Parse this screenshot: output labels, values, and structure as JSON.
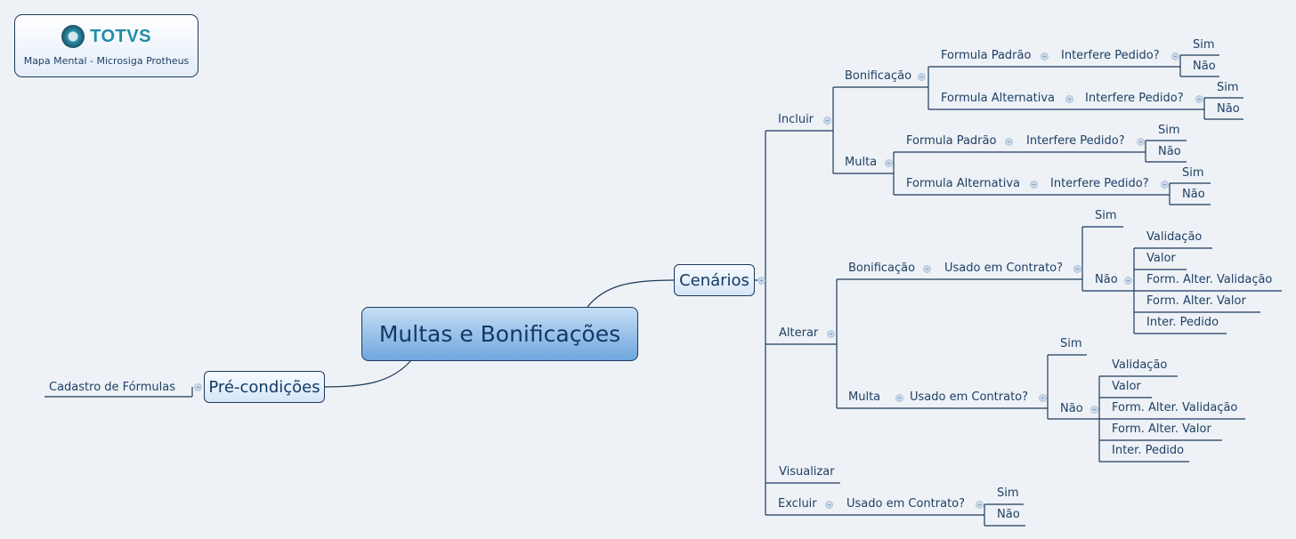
{
  "logo": {
    "brand": "TOTVS",
    "subtitle": "Mapa Mental - Microsiga Protheus"
  },
  "central": "Multas e Bonificações",
  "precondicoes": {
    "label": "Pré-condições",
    "children": [
      "Cadastro de Fórmulas"
    ]
  },
  "cenarios": {
    "label": "Cenários",
    "incluir": {
      "label": "Incluir",
      "bonificacao": {
        "label": "Bonificação",
        "padrao": {
          "label": "Formula Padrão",
          "q": "Interfere Pedido?",
          "sim": "Sim",
          "nao": "Não"
        },
        "alternativa": {
          "label": "Formula Alternativa",
          "q": "Interfere Pedido?",
          "sim": "Sim",
          "nao": "Não"
        }
      },
      "multa": {
        "label": "Multa",
        "padrao": {
          "label": "Formula Padrão",
          "q": "Interfere Pedido?",
          "sim": "Sim",
          "nao": "Não"
        },
        "alternativa": {
          "label": "Formula Alternativa",
          "q": "Interfere Pedido?",
          "sim": "Sim",
          "nao": "Não"
        }
      }
    },
    "alterar": {
      "label": "Alterar",
      "bonificacao": {
        "label": "Bonificação",
        "q": "Usado em Contrato?",
        "sim": "Sim",
        "nao": "Não",
        "items": [
          "Validação",
          "Valor",
          "Form. Alter. Validação",
          "Form. Alter. Valor",
          "Inter. Pedido"
        ]
      },
      "multa": {
        "label": "Multa",
        "q": "Usado em Contrato?",
        "sim": "Sim",
        "nao": "Não",
        "items": [
          "Validação",
          "Valor",
          "Form. Alter. Validação",
          "Form. Alter. Valor",
          "Inter. Pedido"
        ]
      }
    },
    "visualizar": {
      "label": "Visualizar"
    },
    "excluir": {
      "label": "Excluir",
      "q": "Usado em Contrato?",
      "sim": "Sim",
      "nao": "Não"
    }
  },
  "colors": {
    "line": "#1d3a5c",
    "background": "#eef2f6",
    "text": "#1e3f66"
  }
}
